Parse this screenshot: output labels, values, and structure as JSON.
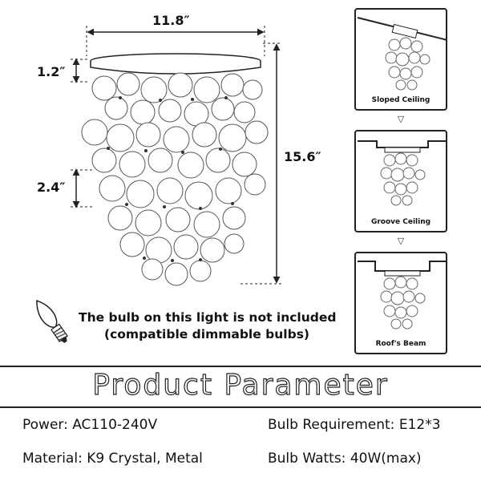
{
  "dimensions": {
    "width": "11.8″",
    "canopy_height": "1.2″",
    "tier_height": "2.4″",
    "total_height": "15.6″"
  },
  "installations": [
    {
      "caption": "Sloped Ceiling"
    },
    {
      "caption": "Groove Ceiling"
    },
    {
      "caption": "Roof's Beam"
    }
  ],
  "arrow_symbol": "▽",
  "bulb_note": {
    "line1": "The bulb on this light is not included",
    "line2": "(compatible dimmable bulbs)"
  },
  "parameters": {
    "title": "Product Parameter",
    "power": "Power: AC110-240V",
    "bulb_requirement": "Bulb Requirement: E12*3",
    "material": "Material: K9 Crystal, Metal",
    "bulb_watts": "Bulb Watts: 40W(max)"
  }
}
